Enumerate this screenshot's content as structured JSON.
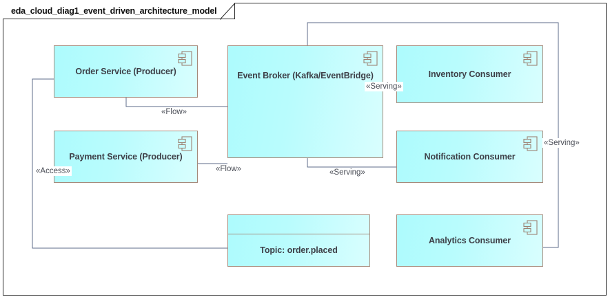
{
  "frame": {
    "title": "eda_cloud_diag1_event_driven_architecture_model"
  },
  "theme": {
    "node_fill_start": "#adfbfd",
    "node_fill_end": "#d9fefe",
    "node_border": "#a58a7b",
    "connector": "#5c6b8a",
    "frame_border": "#2b2b2b",
    "label_text": "#3d3f47"
  },
  "nodes": [
    {
      "id": "order-service",
      "label": "Order Service (Producer)",
      "icon": "uml-component-icon",
      "shape": "component"
    },
    {
      "id": "event-broker",
      "label": "Event Broker (Kafka/EventBridge)",
      "icon": "uml-component-icon",
      "shape": "component"
    },
    {
      "id": "inventory-consumer",
      "label": "Inventory Consumer",
      "icon": "uml-component-icon",
      "shape": "component"
    },
    {
      "id": "payment-service",
      "label": "Payment Service (Producer)",
      "icon": "uml-component-icon",
      "shape": "component"
    },
    {
      "id": "notification-consumer",
      "label": "Notification Consumer",
      "icon": "uml-component-icon",
      "shape": "component"
    },
    {
      "id": "topic-order-placed",
      "label": "Topic: order.placed",
      "icon": "",
      "shape": "banded"
    },
    {
      "id": "analytics-consumer",
      "label": "Analytics Consumer",
      "icon": "uml-component-icon",
      "shape": "component"
    }
  ],
  "connectors": [
    {
      "id": "order-to-broker",
      "label": "«Flow»",
      "from": "order-service",
      "to": "event-broker"
    },
    {
      "id": "payment-to-broker",
      "label": "«Flow»",
      "from": "payment-service",
      "to": "event-broker"
    },
    {
      "id": "broker-to-inventory",
      "label": "«Serving»",
      "from": "event-broker",
      "to": "inventory-consumer"
    },
    {
      "id": "broker-to-notification",
      "label": "«Serving»",
      "from": "event-broker",
      "to": "notification-consumer"
    },
    {
      "id": "broker-to-analytics",
      "label": "«Serving»",
      "from": "event-broker",
      "to": "analytics-consumer"
    },
    {
      "id": "order-to-topic",
      "label": "«Access»",
      "from": "order-service",
      "to": "topic-order-placed"
    }
  ]
}
